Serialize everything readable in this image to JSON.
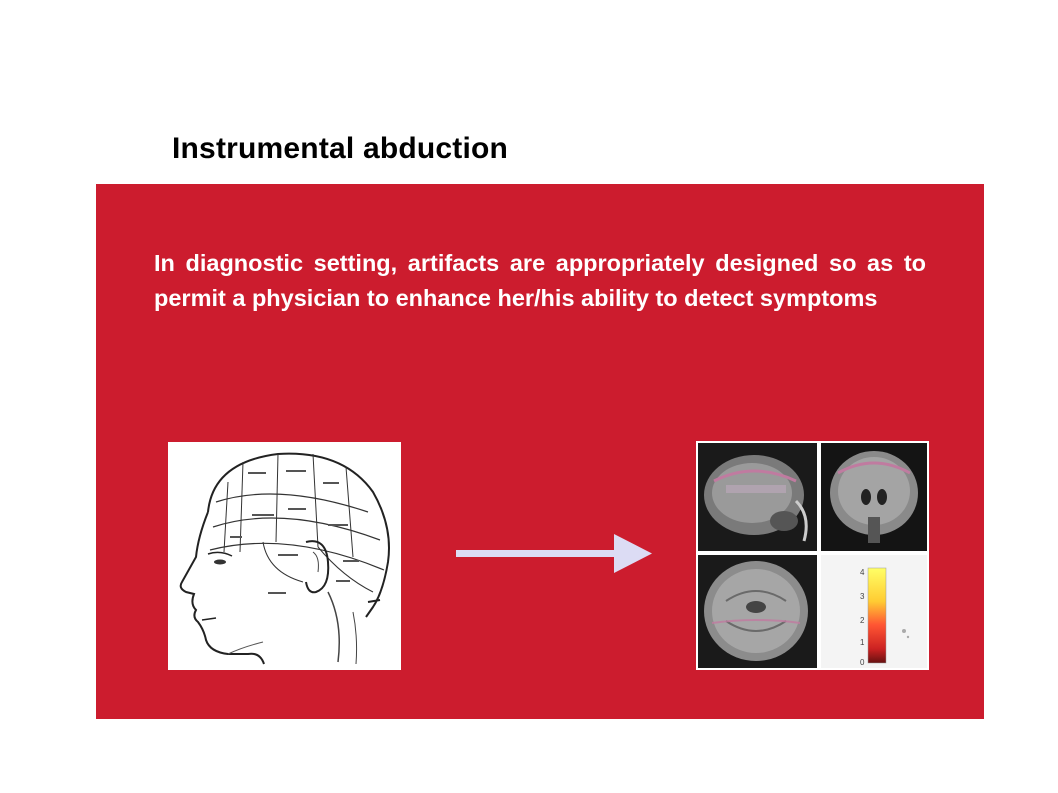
{
  "slide": {
    "title": "Instrumental abduction",
    "body": "In diagnostic setting, artifacts are appropriately designed so as to permit a physician to enhance her/his ability to detect symptoms"
  },
  "colors": {
    "panel": "#cc1c2e",
    "text_on_panel": "#ffffff",
    "arrow": "#dcdcf4"
  },
  "images": {
    "left": "phrenology-head-illustration",
    "right": "mri-brain-scans-with-color-scale"
  },
  "scan_scale": {
    "ticks": [
      "4",
      "3",
      "2",
      "1",
      "0"
    ]
  }
}
